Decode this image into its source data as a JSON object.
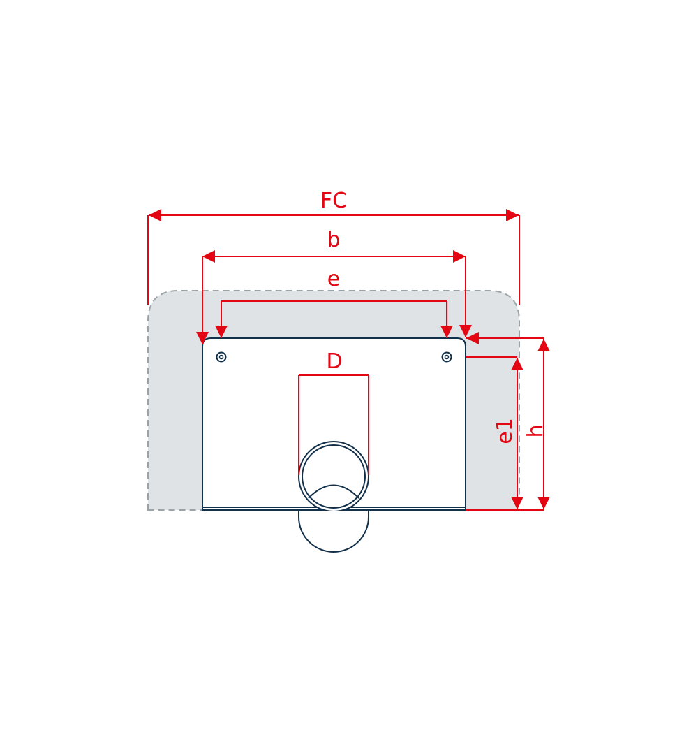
{
  "diagram": {
    "labels": {
      "fc": "FC",
      "b": "b",
      "e": "e",
      "d": "D",
      "e1": "e1",
      "h": "h"
    },
    "colors": {
      "dimension": "#e30613",
      "outline": "#12304a",
      "recess_fill": "#dfe3e5",
      "recess_border": "#9aa3a8"
    }
  }
}
